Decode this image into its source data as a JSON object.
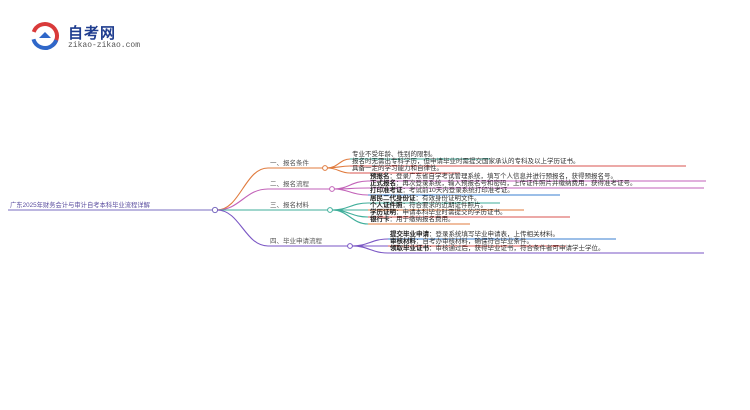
{
  "logo": {
    "title": "自考网",
    "subtitle": "zikao-zikao.com",
    "icon": "zikao-logo-icon"
  },
  "root": "广东2025年财务会计与审计自考本科毕业流程详解",
  "branches": [
    {
      "label": "一、报名条件",
      "color": "#e07b3e",
      "items": [
        {
          "text": "专业不受年龄、性别的限制。"
        },
        {
          "text": "报名时无需出专科学历，但申请毕业时需提交国家承认的专科及以上学历证书。"
        },
        {
          "text": "具备一定的学习能力和自律性。"
        }
      ]
    },
    {
      "label": "二、报名流程",
      "color": "#c262b8",
      "items": [
        {
          "key": "预报名",
          "text": "：登录广东省自学考试管理系统，填写个人信息并进行预报名，获得预报名号。"
        },
        {
          "key": "正式报名",
          "text": "：再次登录系统，输入预报名号和密码，上传证件照片并缴纳费用，获得准考证号。"
        },
        {
          "key": "打印准考证",
          "text": "：考试前10天内登录系统打印准考证。"
        }
      ]
    },
    {
      "label": "三、报名材料",
      "color": "#3fae9a",
      "items": [
        {
          "key": "居民二代身份证",
          "text": "：有效身份证明文件。"
        },
        {
          "key": "个人证件照",
          "text": "：符合要求的近期证件照片。"
        },
        {
          "key": "学历证明",
          "text": "：申请本科毕业时需提交的学历证书。"
        },
        {
          "key": "银行卡",
          "text": "：用于缴纳报名费用。"
        }
      ]
    },
    {
      "label": "四、毕业申请流程",
      "color": "#7a56c4",
      "items": [
        {
          "key": "提交毕业申请",
          "text": "：登录系统填写毕业申请表，上传相关材料。"
        },
        {
          "key": "审核材料",
          "text": "：自考办审核材料，确保符合毕业条件。"
        },
        {
          "key": "领取毕业证书",
          "text": "：审核通过后，获得毕业证书，符合条件者可申请学士学位。"
        }
      ]
    }
  ]
}
